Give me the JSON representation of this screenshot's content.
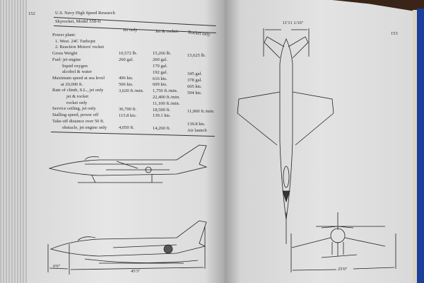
{
  "left_page": {
    "page_number": "152",
    "running_head": "U.S. Navy High Speed Research",
    "subtitle": "Skyrocket, Model 558-II",
    "columns": [
      "Jet only",
      "Jet & rocket",
      "Rocket only"
    ],
    "rows": [
      {
        "label": "Power plant:",
        "jet": "",
        "jet_rocket": "",
        "rocket": ""
      },
      {
        "label": "1. West. 24C Turbojet",
        "jet": "",
        "jet_rocket": "",
        "rocket": ""
      },
      {
        "label": "2. Reaction Motors' rocket",
        "jet": "",
        "jet_rocket": "",
        "rocket": ""
      },
      {
        "label": "Gross Weight",
        "jet": "10,572 lb.",
        "jet_rocket": "15,266 lb.",
        "rocket": "15,625 lb."
      },
      {
        "label": "Fuel: jet engine",
        "jet": "260 gal.",
        "jet_rocket": "260 gal.",
        "rocket": ""
      },
      {
        "label": "liquid oxygen",
        "jet": "",
        "jet_rocket": "170 gal.",
        "rocket": ""
      },
      {
        "label": "alcohol & water",
        "jet": "",
        "jet_rocket": "192 gal.",
        "rocket": "345 gal."
      },
      {
        "label": "Maximum speed at sea level",
        "jet": "496 kts.",
        "jet_rocket": "616 kts.",
        "rocket": "378 gal."
      },
      {
        "label": "at 20,000 ft.",
        "jet": "506 kts.",
        "jet_rocket": "609 kts.",
        "rocket": "605 kts."
      },
      {
        "label": "Rate of climb, S.L., jet only",
        "jet": "3,620 ft./min.",
        "jet_rocket": "1,750 ft./min.",
        "rocket": "594 kts."
      },
      {
        "label": "jet & rocket",
        "jet": "",
        "jet_rocket": "22,400 ft./min.",
        "rocket": ""
      },
      {
        "label": "rocket only",
        "jet": "",
        "jet_rocket": "11,100 ft./min.",
        "rocket": ""
      },
      {
        "label": "Service ceiling, jet only",
        "jet": "30,700 ft.",
        "jet_rocket": "18,500 ft.",
        "rocket": "11,000 ft./min."
      },
      {
        "label": "Stalling speed, power off",
        "jet": "115.8 kts.",
        "jet_rocket": "139.1 kts.",
        "rocket": ""
      },
      {
        "label": "Take-off distance over 50 ft.",
        "jet": "",
        "jet_rocket": "",
        "rocket": "139.8 kts."
      },
      {
        "label": "obstacle, jet engine only",
        "jet": "4,050 ft.",
        "jet_rocket": "14,260 ft.",
        "rocket": "Air launch"
      }
    ],
    "dimensions": {
      "nose": "6'0\"",
      "length": "45'3\""
    }
  },
  "right_page": {
    "page_number": "153",
    "dimensions": {
      "tail_span": "11'11 1/16\"",
      "wing_span": "25'0\""
    }
  }
}
